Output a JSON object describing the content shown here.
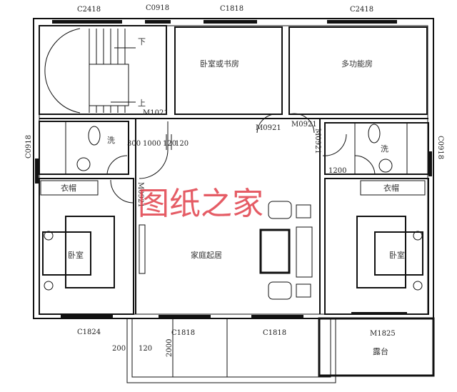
{
  "windows": {
    "top": [
      "C2418",
      "C0918",
      "C1818",
      "C2418"
    ],
    "left": "C0918",
    "right": "C0918",
    "bottom": [
      "C1824",
      "C1818",
      "C1818"
    ]
  },
  "doors": {
    "stair": "M1021",
    "study": "M0921",
    "multi": "M0921",
    "right_hall": "M0921",
    "left_bedroom": "M0921",
    "terrace": "M1825"
  },
  "stairs": {
    "down": "下",
    "up": "上"
  },
  "rooms": {
    "study": "卧室或书房",
    "multi": "多功能房",
    "bath_left": "洗",
    "bath_right": "洗",
    "closet_left": "衣帽",
    "closet_right": "衣帽",
    "bedroom_left": "卧室",
    "bedroom_right": "卧室",
    "living": "家庭起居",
    "terrace": "露台"
  },
  "dimensions": {
    "d300": "300",
    "d1000": "1000",
    "d120a": "120",
    "d120b": "120",
    "d1200": "1200",
    "d200": "200",
    "d120c": "120",
    "d2000": "2000"
  },
  "watermark": "图纸之家",
  "colors": {
    "watermark": "#e0404a",
    "line": "#111111"
  }
}
